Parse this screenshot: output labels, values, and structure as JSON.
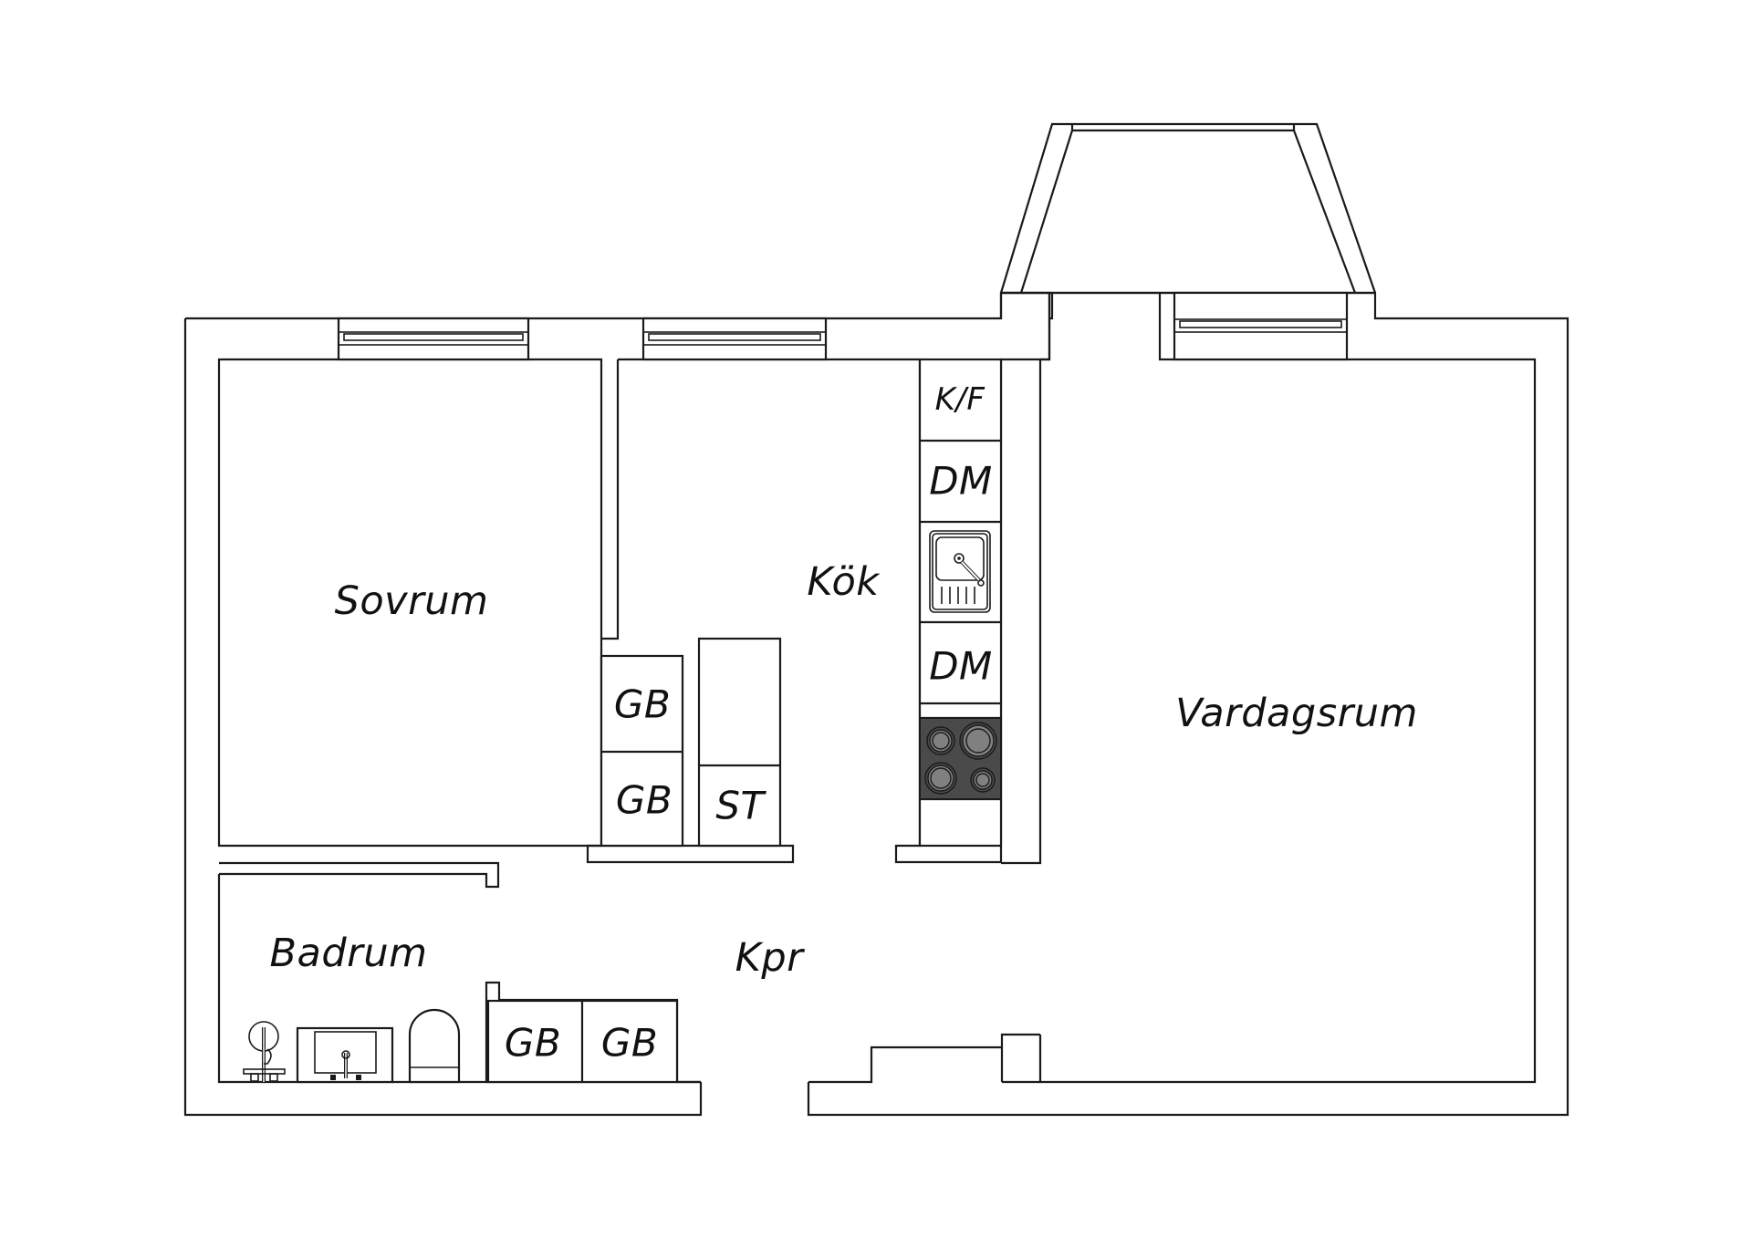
{
  "plan": {
    "rooms": [
      {
        "id": "sovrum",
        "label": "Sovrum"
      },
      {
        "id": "kok",
        "label": "Kök"
      },
      {
        "id": "vardagsrum",
        "label": "Vardagsrum"
      },
      {
        "id": "badrum",
        "label": "Badrum"
      },
      {
        "id": "kpr",
        "label": "Kpr"
      }
    ],
    "fixtures": [
      {
        "id": "kf",
        "label": "K/F"
      },
      {
        "id": "dm1",
        "label": "DM"
      },
      {
        "id": "sink",
        "icon": "kitchen-sink-icon"
      },
      {
        "id": "dm2",
        "label": "DM"
      },
      {
        "id": "stove",
        "icon": "stove-icon",
        "color": "#4a4a4a"
      },
      {
        "id": "gb_kitchen_upper",
        "label": "GB"
      },
      {
        "id": "gb_kitchen_lower",
        "label": "GB"
      },
      {
        "id": "st",
        "label": "ST"
      },
      {
        "id": "gb_hall_left",
        "label": "GB"
      },
      {
        "id": "gb_hall_right",
        "label": "GB"
      },
      {
        "id": "shower",
        "icon": "shower-icon"
      },
      {
        "id": "washbasin",
        "icon": "washbasin-icon"
      },
      {
        "id": "toilet",
        "icon": "toilet-icon"
      }
    ],
    "colors": {
      "line": "#1a1a1a",
      "background": "#ffffff",
      "stove": "#4a4a4a",
      "burner": "#808080"
    }
  }
}
